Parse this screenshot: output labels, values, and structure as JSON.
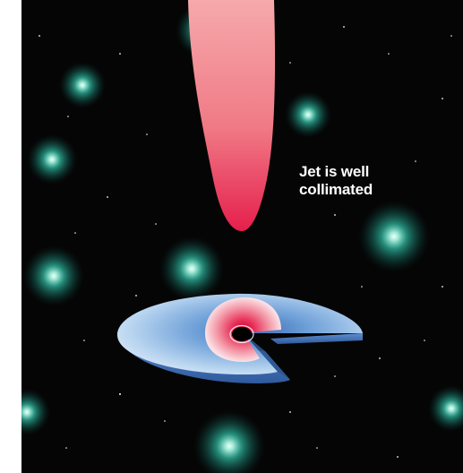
{
  "annotation": {
    "line1": "Jet is well",
    "line2": "collimated"
  },
  "colors": {
    "background": "#050505",
    "jet_top": "#f7a6a8",
    "jet_bottom": "#e8234f",
    "disk_outer": "#cfe4f5",
    "disk_mid": "#6f9fd6",
    "disk_inner_edge": "#3f6db3",
    "inner_glow": "#e93357",
    "star_glow": "#1f9c8a",
    "star_core": "#dffdf6"
  },
  "icons": {
    "jet": "relativistic-jet-plume",
    "disk": "accretion-disk",
    "black_hole": "black-hole",
    "stars": "glowing-star"
  }
}
